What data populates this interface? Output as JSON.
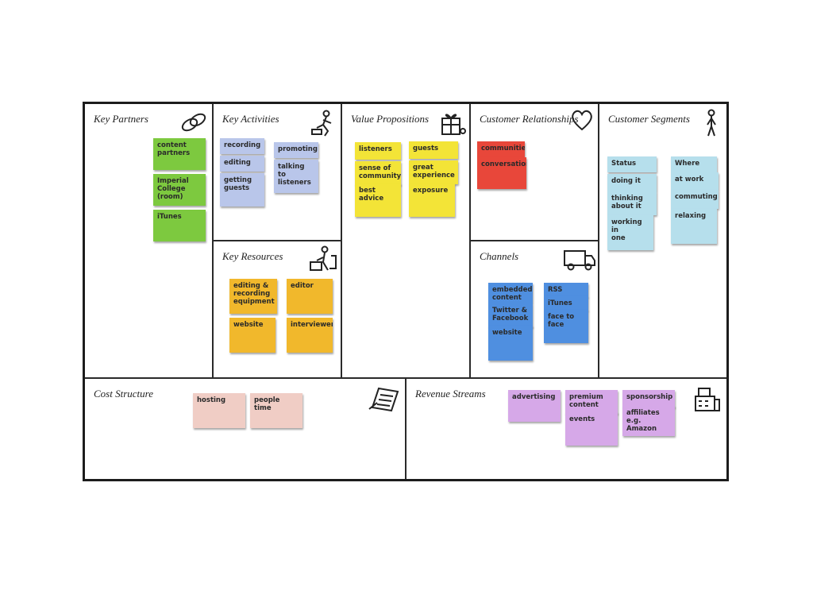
{
  "canvas": {
    "key_partners": {
      "title": "Key Partners",
      "notes": [
        "content\npartners",
        "Imperial\nCollege (room)",
        "iTunes"
      ]
    },
    "key_activities": {
      "title": "Key Activities",
      "notes": [
        "recording",
        "editing",
        "getting\nguests",
        "promoting",
        "talking to\nlisteners"
      ]
    },
    "key_resources": {
      "title": "Key Resources",
      "notes": [
        "editing &\nrecording\nequipment",
        "editor",
        "website",
        "interviewers"
      ]
    },
    "value_propositions": {
      "title": "Value Propositions",
      "notes": [
        "listeners",
        "sense of\ncommunity",
        "best advice",
        "guests",
        "great\nexperience",
        "exposure"
      ]
    },
    "customer_relationships": {
      "title": "Customer Relationships",
      "notes": [
        "communities",
        "conversation"
      ]
    },
    "channels": {
      "title": "Channels",
      "notes": [
        "embedded\ncontent",
        "Twitter &\nFacebook",
        "website",
        "RSS",
        "iTunes",
        "face to\nface"
      ]
    },
    "customer_segments": {
      "title": "Customer Segments",
      "notes": [
        "Status",
        "doing it",
        "thinking\nabout it",
        "working in\none",
        "Where",
        "at work",
        "commuting",
        "relaxing"
      ]
    },
    "cost_structure": {
      "title": "Cost Structure",
      "notes": [
        "hosting",
        "people time"
      ]
    },
    "revenue_streams": {
      "title": "Revenue Streams",
      "notes": [
        "advertising",
        "premium\ncontent",
        "events",
        "sponsorship",
        "affiliates\ne.g. Amazon"
      ]
    }
  },
  "colors": {
    "key_partners": "#7dc93f",
    "key_activities": "#b9c6ea",
    "key_resources": "#f1b82c",
    "value_propositions": "#f3e437",
    "customer_relationships": "#e8473a",
    "channels": "#4f8fe0",
    "customer_segments": "#b6dfec",
    "cost_structure": "#f0cdc5",
    "revenue_streams": "#d6a8e8"
  },
  "icons": {
    "key_partners": "chain-link-icon",
    "key_activities": "worker-icon",
    "key_resources": "factory-worker-icon",
    "value_propositions": "gift-icon",
    "customer_relationships": "heart-icon",
    "channels": "delivery-truck-icon",
    "customer_segments": "person-icon",
    "cost_structure": "receipt-icon",
    "revenue_streams": "cash-register-icon"
  }
}
